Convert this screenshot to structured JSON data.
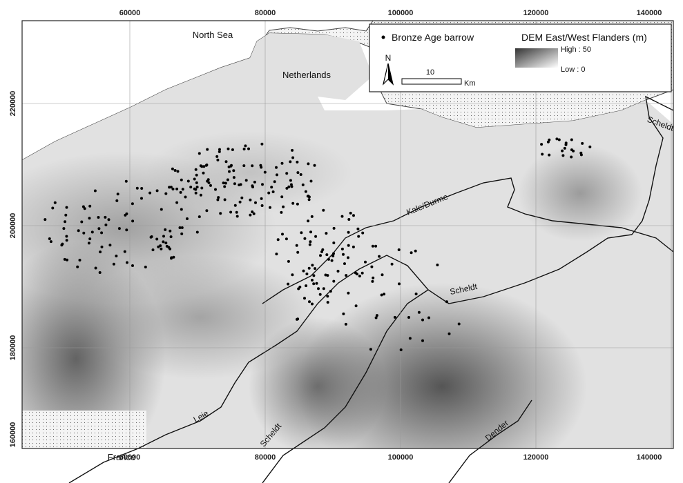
{
  "map": {
    "x_ticks": [
      "60000",
      "80000",
      "100000",
      "120000",
      "140000"
    ],
    "y_ticks": [
      "220000",
      "200000",
      "180000",
      "160000"
    ],
    "places": {
      "north_sea": "North Sea",
      "netherlands": "Netherlands",
      "france": "France"
    },
    "rivers": {
      "scheldt_ne": "Scheldt",
      "kale_durme": "Kale/Durme",
      "scheldt_mid": "Scheldt",
      "leie": "Leie",
      "scheldt_sw": "Scheldt",
      "dender": "Dender"
    }
  },
  "legend": {
    "barrow_label": "Bronze Age barrow",
    "dem_title": "DEM East/West Flanders (m)",
    "high_label": "High : 50",
    "low_label": "Low : 0",
    "north_label": "N",
    "scale_value": "10",
    "scale_unit": "Km"
  },
  "colors": {
    "lowland": "#e2e2e2",
    "highland": "#3c3c3c",
    "barrow": "#000000",
    "foreign": "#f2f2f2"
  },
  "barrow_clusters": [
    {
      "area": "north",
      "count": 120
    },
    {
      "area": "west",
      "count": 90
    },
    {
      "area": "central",
      "count": 70
    },
    {
      "area": "east",
      "count": 20
    },
    {
      "area": "south",
      "count": 40
    }
  ]
}
